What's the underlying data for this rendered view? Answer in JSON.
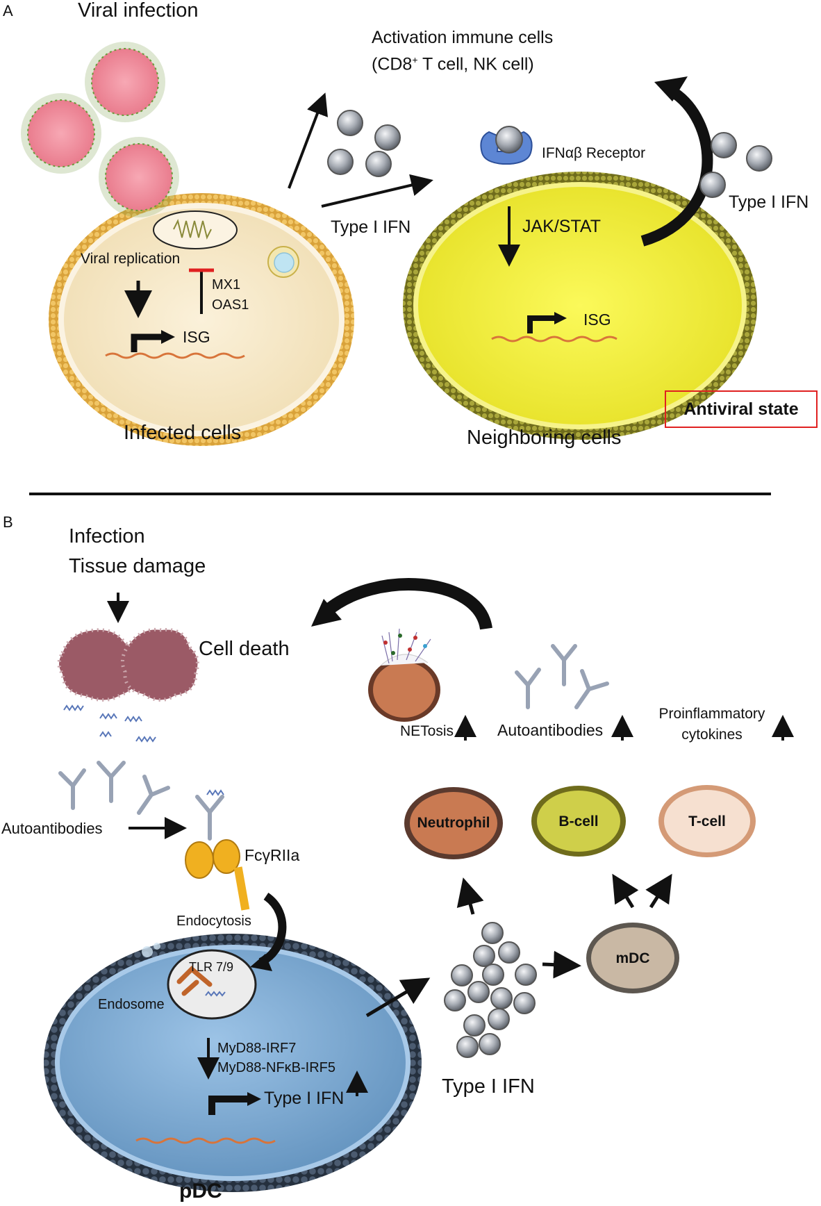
{
  "panelA": {
    "letter": "A",
    "viral_infection": "Viral infection",
    "activation_line1": "Activation immune cells",
    "activation_line2_pre": "(CD8",
    "activation_line2_sup": "+",
    "activation_line2_post": " T cell, NK cell)",
    "receptor": "IFNαβ Receptor",
    "type1_ifn_mid": "Type I IFN",
    "type1_ifn_right": "Type I IFN",
    "jak_stat": "JAK/STAT",
    "viral_replication": "Viral replication",
    "mx1": "MX1",
    "oas1": "OAS1",
    "isg_left": "ISG",
    "isg_right": "ISG",
    "infected_cells": "Infected cells",
    "neighboring_cells": "Neighboring cells",
    "antiviral_state": "Antiviral state"
  },
  "panelB": {
    "letter": "B",
    "infection": "Infection",
    "tissue_damage": "Tissue damage",
    "cell_death": "Cell death",
    "netosis": "NETosis",
    "autoantibodies_top": "Autoantibodies",
    "proinflammatory_1": "Proinflammatory",
    "proinflammatory_2": "cytokines",
    "autoantibodies_left": "Autoantibodies",
    "fcgrIIa": "FcγRIIa",
    "endocytosis": "Endocytosis",
    "tlr": "TLR 7/9",
    "endosome": "Endosome",
    "myd88_irf7": "MyD88-IRF7",
    "myd88_nfkb": "MyD88-NFκB-IRF5",
    "type1_ifn_inside": "Type I IFN",
    "type1_ifn_out": "Type I IFN",
    "pdc": "pDC",
    "neutrophil": "Neutrophil",
    "bcell": "B-cell",
    "tcell": "T-cell",
    "mdc": "mDC"
  },
  "colors": {
    "infected_cell_fill": "#f6e8c8",
    "infected_membrane": "#e8b84a",
    "neighbor_cell_fill": "#f4f032",
    "neighbor_membrane": "#8c8a2a",
    "pdc_fill": "#7aaad4",
    "pdc_membrane": "#3a4a60",
    "virus_fill": "#f08c9c",
    "ifn_particle": "#9aa0a8",
    "antiviral_box": "#e02020",
    "neutrophil": "#c97a52",
    "bcell": "#cfcf4a",
    "tcell": "#f3d8c4",
    "mdc": "#c9b8a4"
  }
}
